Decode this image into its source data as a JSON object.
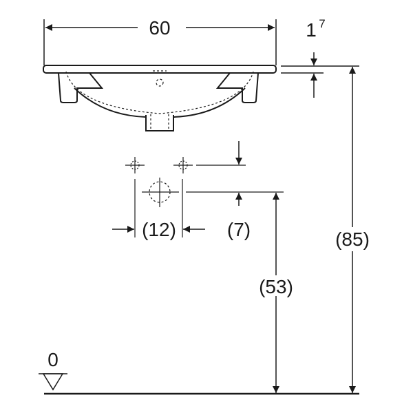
{
  "title": "Washbasin dimension drawing",
  "dimensions": {
    "width": "60",
    "rim_thickness_main": "1",
    "rim_thickness_sup": "7",
    "tap_spacing": "(12)",
    "tap_offset": "(7)",
    "waste_height": "(53)",
    "rim_height": "(85)",
    "floor_level": "0"
  },
  "colors": {
    "line": "#1a1a1a",
    "background": "#ffffff"
  }
}
